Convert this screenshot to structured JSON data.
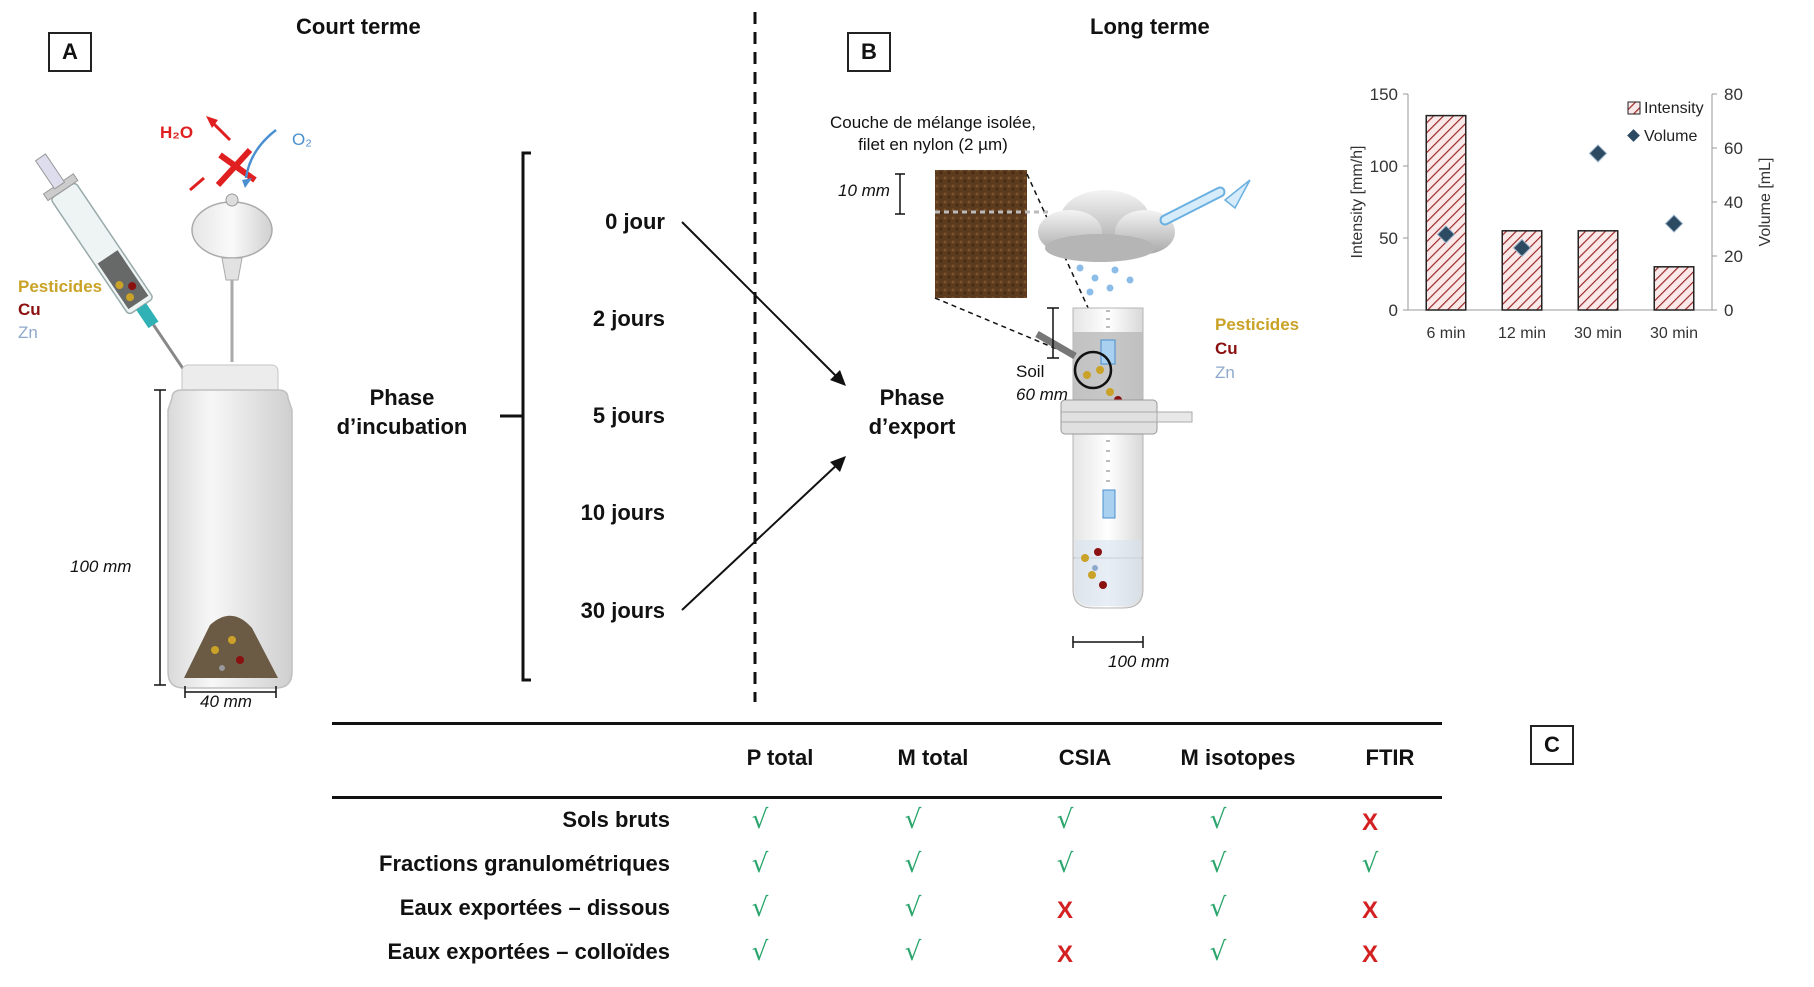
{
  "panels": {
    "a_label": "A",
    "b_label": "B",
    "c_label": "C",
    "short_term": "Court terme",
    "long_term": "Long terme"
  },
  "panel_a": {
    "h2o": "H₂O",
    "o2": "O₂",
    "pesticides": "Pesticides",
    "cu": "Cu",
    "zn": "Zn",
    "height_dim": "100 mm",
    "width_dim": "40 mm"
  },
  "incubation": {
    "phase_label_line1": "Phase",
    "phase_label_line2": "d’incubation",
    "days": [
      "0 jour",
      "2 jours",
      "5 jours",
      "10 jours",
      "30 jours"
    ],
    "export_line1": "Phase",
    "export_line2": "d’export"
  },
  "panel_b": {
    "layer_caption_line1": "Couche de mélange isolée,",
    "layer_caption_line2": "filet en nylon (2 µm)",
    "layer_dim": "10 mm",
    "soil_label": "Soil",
    "soil_dim": "60 mm",
    "pesticides": "Pesticides",
    "cu": "Cu",
    "zn": "Zn",
    "column_width_dim": "100 mm"
  },
  "chart_data": {
    "type": "bar",
    "categories": [
      "6 min",
      "12 min",
      "30 min",
      "30 min"
    ],
    "series": [
      {
        "name": "Intensity",
        "axis": "left",
        "kind": "bar",
        "values": [
          135,
          55,
          55,
          30
        ]
      },
      {
        "name": "Volume",
        "axis": "right",
        "kind": "scatter",
        "values": [
          28,
          23,
          58,
          32
        ]
      }
    ],
    "ylabel": "Intensity [mm/h]",
    "y2label": "Volume [mL]",
    "ylim": [
      0,
      150
    ],
    "y2lim": [
      0,
      80
    ],
    "yticks": [
      0,
      50,
      100,
      150
    ],
    "y2ticks": [
      0,
      20,
      40,
      60,
      80
    ],
    "legend_position": "top-right",
    "colors": {
      "bar_hatch": "#9b2a2a",
      "volume_marker": "#2d4a63"
    }
  },
  "table": {
    "columns": [
      "P total",
      "M total",
      "CSIA",
      "M isotopes",
      "FTIR"
    ],
    "rows": [
      {
        "label": "Sols bruts",
        "cells": [
          "√",
          "√",
          "√",
          "√",
          "X"
        ]
      },
      {
        "label": "Fractions granulométriques",
        "cells": [
          "√",
          "√",
          "√",
          "√",
          "√"
        ]
      },
      {
        "label": "Eaux exportées – dissous",
        "cells": [
          "√",
          "√",
          "X",
          "√",
          "X"
        ]
      },
      {
        "label": "Eaux exportées – colloïdes",
        "cells": [
          "√",
          "√",
          "X",
          "√",
          "X"
        ]
      }
    ]
  },
  "colors": {
    "check": "#2aa66c",
    "cross": "#d32020",
    "pesticides": "#c9a227",
    "cu": "#8b1010",
    "zn": "#8fa9cc"
  }
}
